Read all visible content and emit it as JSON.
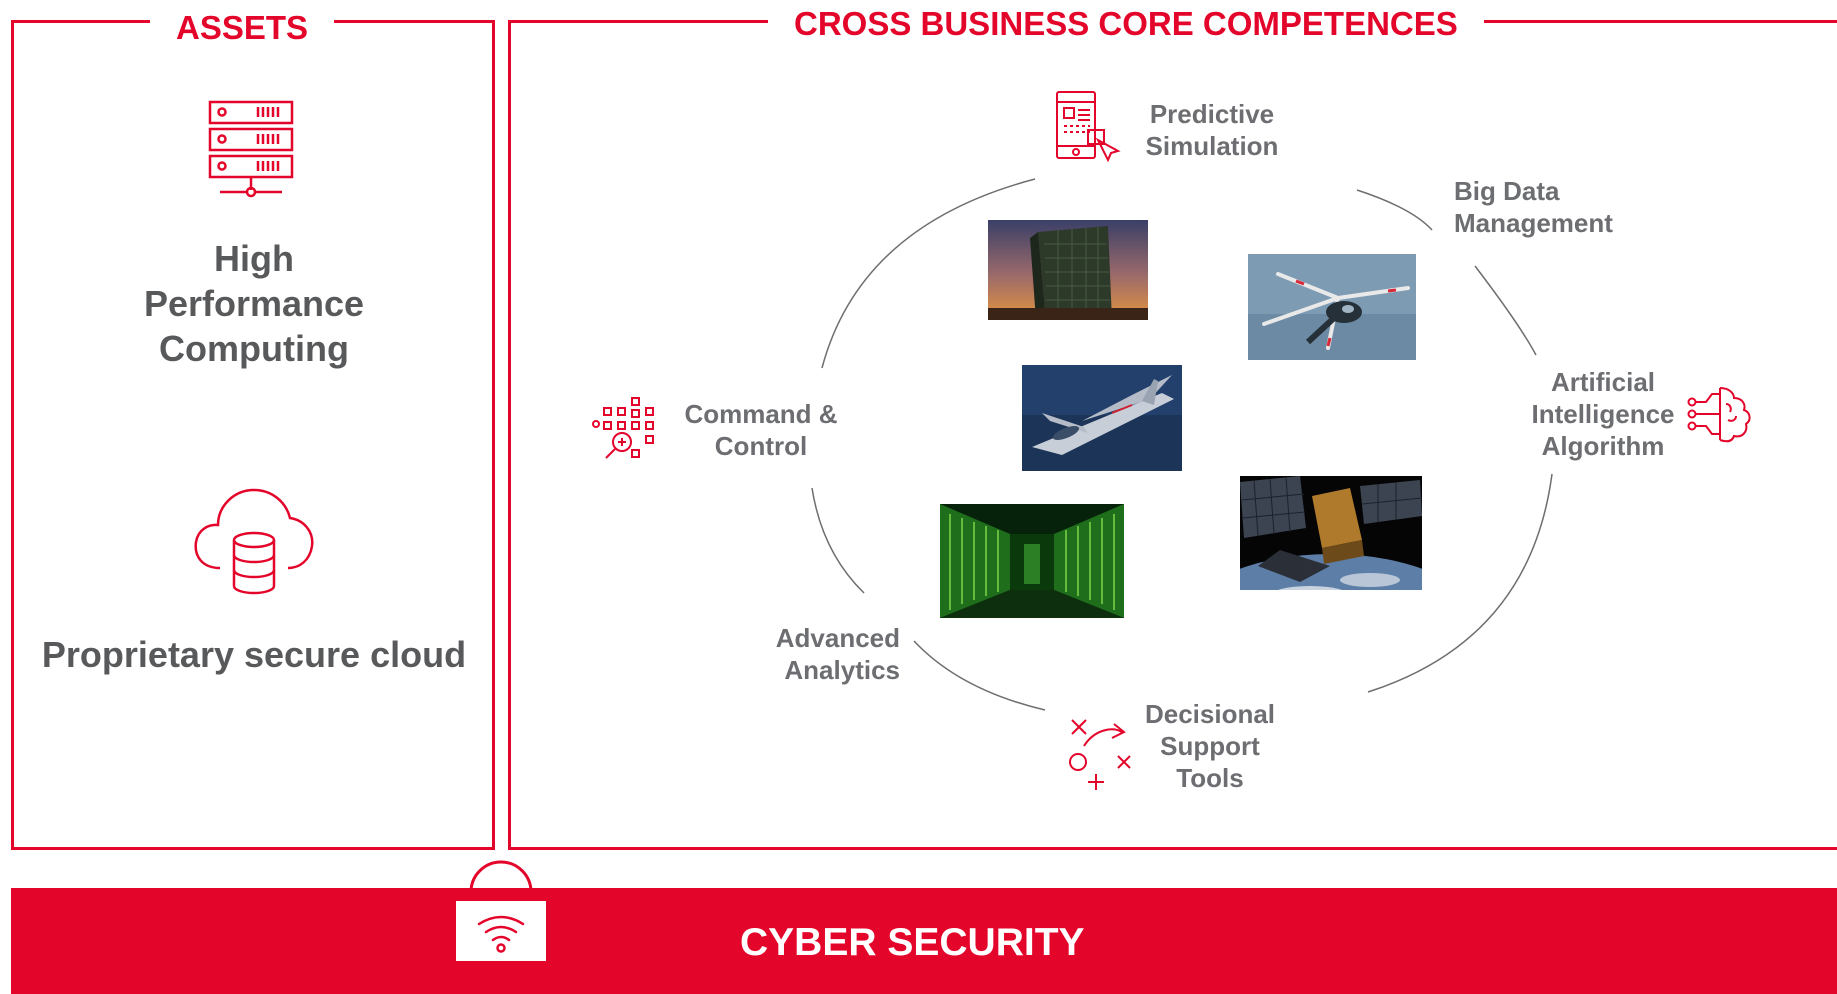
{
  "assets": {
    "title": "ASSETS",
    "items": [
      {
        "icon": "server-rack-icon",
        "label": "High Performance Computing"
      },
      {
        "icon": "cloud-database-icon",
        "label": "Proprietary secure cloud"
      }
    ]
  },
  "competences": {
    "title": "CROSS BUSINESS CORE COMPETENCES",
    "items": [
      {
        "icon": "simulation-screen-icon",
        "label": "Predictive Simulation"
      },
      {
        "label": "Big Data Management"
      },
      {
        "icon": "brain-circuit-icon",
        "label": "Artificial Intelligence Algorithm"
      },
      {
        "icon": "strategy-play-icon",
        "label": "Decisional Support Tools"
      },
      {
        "label": "Advanced Analytics"
      },
      {
        "icon": "analytics-magnifier-icon",
        "label": "Command & Control"
      }
    ],
    "photos": [
      "radar-tower-photo",
      "helicopter-photo",
      "jet-trainer-photo",
      "data-center-photo",
      "satellite-photo"
    ]
  },
  "cyber_security": {
    "label": "CYBER SECURITY",
    "icon": "wifi-lock-icon"
  },
  "colors": {
    "accent": "#e4052a",
    "text": "#58595b",
    "line": "#6d6e71"
  }
}
